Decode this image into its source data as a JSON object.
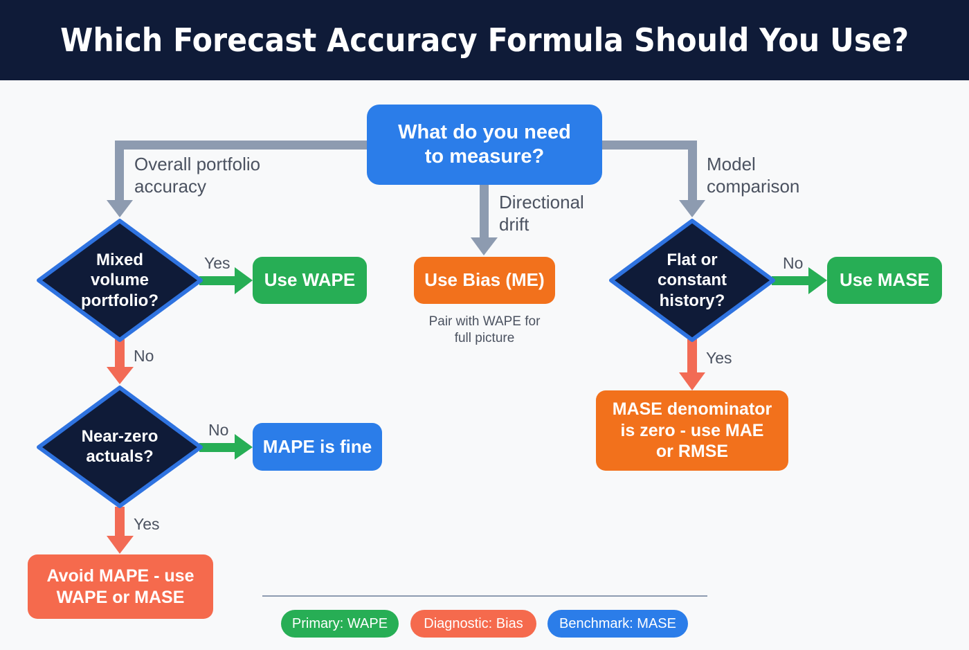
{
  "title": "Which Forecast Accuracy Formula Should You Use?",
  "colors": {
    "header_bg": "#0f1b38",
    "blue": "#2b7de9",
    "green": "#27ae55",
    "orange": "#f2711c",
    "coral": "#f56a4d",
    "diamond_fill": "#0f1b38",
    "diamond_border": "#2f73e0",
    "gray_connector": "#8d9bb0"
  },
  "start": {
    "label": "What do you need\nto measure?"
  },
  "branches": {
    "left": "Overall portfolio\naccuracy",
    "center": "Directional\ndrift",
    "right": "Model\ncomparison"
  },
  "left_path": {
    "decision1": {
      "label": "Mixed\nvolume\nportfolio?",
      "yes_label": "Yes",
      "no_label": "No"
    },
    "outcome_yes": "Use WAPE",
    "decision2": {
      "label": "Near-zero\nactuals?",
      "no_label": "No",
      "yes_label": "Yes"
    },
    "outcome_no": "MAPE is fine",
    "outcome_yes2": "Avoid MAPE - use\nWAPE or MASE"
  },
  "center_path": {
    "outcome": "Use Bias (ME)",
    "note": "Pair with WAPE for\nfull picture"
  },
  "right_path": {
    "decision": {
      "label": "Flat or\nconstant\nhistory?",
      "no_label": "No",
      "yes_label": "Yes"
    },
    "outcome_no": "Use MASE",
    "outcome_yes": "MASE denominator\nis zero - use MAE\nor RMSE"
  },
  "legend": [
    {
      "label": "Primary: WAPE",
      "color": "#27ae55"
    },
    {
      "label": "Diagnostic: Bias",
      "color": "#f56a4d"
    },
    {
      "label": "Benchmark: MASE",
      "color": "#2b7de9"
    }
  ]
}
